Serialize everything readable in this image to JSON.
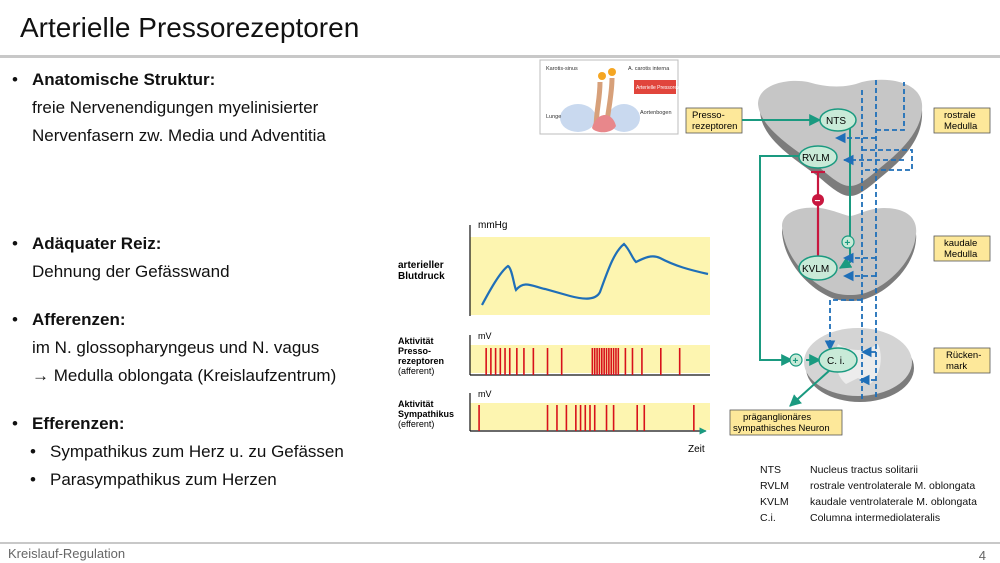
{
  "slide": {
    "title": "Arterielle Pressorezeptoren",
    "footer": "Kreislauf-Regulation",
    "page_number": "4"
  },
  "bullets": [
    {
      "heading": "Anatomische Struktur:",
      "lines": [
        "freie Nervenendigungen myelinisierter",
        "Nervenfasern zw. Media und Adventitia"
      ]
    },
    {
      "heading": "Adäquater Reiz:",
      "lines": [
        "Dehnung der Gefässwand"
      ]
    },
    {
      "heading": "Afferenzen:",
      "lines": [
        "im N. glossopharyngeus und N. vagus",
        "→ Medulla oblongata (Kreislaufzentrum)"
      ]
    },
    {
      "heading": "Efferenzen:",
      "subs": [
        "Sympathikus zum Herz u. zu Gefässen",
        "Parasympathikus zum Herzen"
      ]
    }
  ],
  "inset": {
    "labels": [
      "Karotis-sinus",
      "A. carotis interna",
      "Arterielle Pressorezeptoren",
      "Aortenbogen",
      "Lunge"
    ]
  },
  "traces": {
    "unit_pressure": "mmHg",
    "unit_activity_1": "mV",
    "unit_activity_2": "mV",
    "label_pressure": [
      "arterieller",
      "Blutdruck"
    ],
    "label_afferent": [
      "Aktivität",
      "Presso-",
      "rezeptoren",
      "(afferent)"
    ],
    "label_efferent": [
      "Aktivität",
      "Sympathikus",
      "(efferent)"
    ],
    "time_label": "Zeit",
    "afferent_spike_fractions": [
      0.06,
      0.08,
      0.1,
      0.12,
      0.14,
      0.16,
      0.19,
      0.22,
      0.26,
      0.32,
      0.38,
      0.51,
      0.52,
      0.53,
      0.54,
      0.55,
      0.56,
      0.57,
      0.58,
      0.59,
      0.6,
      0.61,
      0.62,
      0.65,
      0.68,
      0.72,
      0.8,
      0.88
    ],
    "efferent_spike_fractions": [
      0.03,
      0.32,
      0.36,
      0.4,
      0.44,
      0.46,
      0.48,
      0.5,
      0.52,
      0.57,
      0.6,
      0.7,
      0.73,
      0.94
    ]
  },
  "diagram": {
    "receptor_box": [
      "Presso-",
      "rezeptoren"
    ],
    "nodes": {
      "nts": "NTS",
      "rvlm": "RVLM",
      "kvlm": "KVLM",
      "ci": "C. i."
    },
    "region_rostral": [
      "rostrale",
      "Medulla"
    ],
    "region_caudal": [
      "kaudale",
      "Medulla"
    ],
    "region_spinal": [
      "Rücken-",
      "mark"
    ],
    "output_box": [
      "präganglionäres",
      "sympathisches Neuron"
    ],
    "sign_minus": "−",
    "sign_plus": "+"
  },
  "legend": [
    {
      "abbr": "NTS",
      "text": "Nucleus tractus solitarii"
    },
    {
      "abbr": "RVLM",
      "text": "rostrale ventrolaterale M. oblongata"
    },
    {
      "abbr": "KVLM",
      "text": "kaudale ventrolaterale M. oblongata"
    },
    {
      "abbr": "C.i.",
      "text": "Columna intermediolateralis"
    }
  ],
  "colors": {
    "teal": "#1a9a80",
    "blue": "#1f6fb8",
    "red_spike": "#d8111a",
    "crimson": "#c8173f",
    "yellow_band": "#fdf5b0",
    "yellow_box": "#fde89a",
    "node_fill": "#c9ead8"
  }
}
